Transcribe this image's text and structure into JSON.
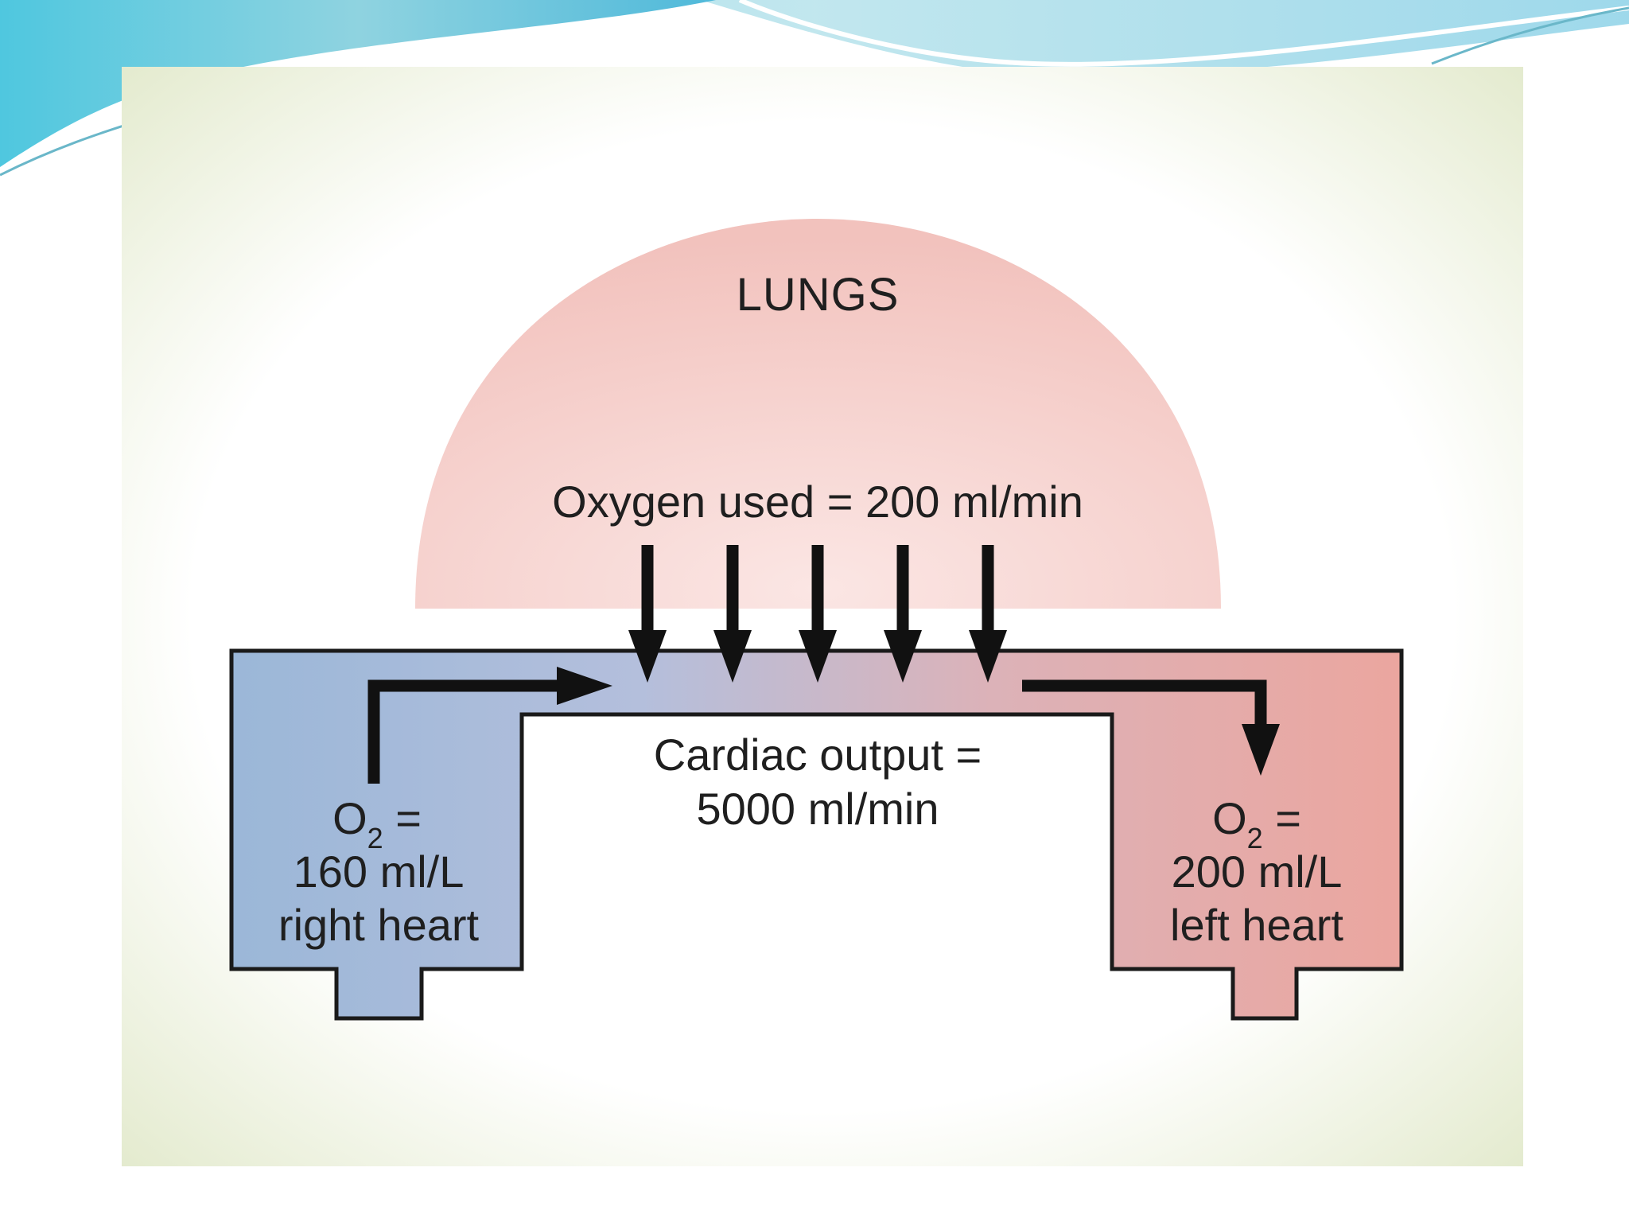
{
  "slide": {
    "colors": {
      "background": "#ffffff",
      "header_wave": "#7ed7e3",
      "frame": "#e6ecd0",
      "lungs": "#f4c4c0",
      "venous_blood": "#9bb7d8",
      "arterial_blood": "#eba69f",
      "outline": "#1a1a1a"
    }
  },
  "diagram": {
    "lungs_label": "LUNGS",
    "oxygen_used": "Oxygen used = 200 ml/min",
    "cardiac_output_line1": "Cardiac output =",
    "cardiac_output_line2": "5000 ml/min",
    "right_heart": {
      "o2_symbol": "O",
      "o2_subscript": "2",
      "o2_eq": " =",
      "value": "160 ml/L",
      "label": "right heart"
    },
    "left_heart": {
      "o2_symbol": "O",
      "o2_subscript": "2",
      "o2_eq": " =",
      "value": "200 ml/L",
      "label": "left heart"
    },
    "oxygen_arrow_count": 5
  }
}
